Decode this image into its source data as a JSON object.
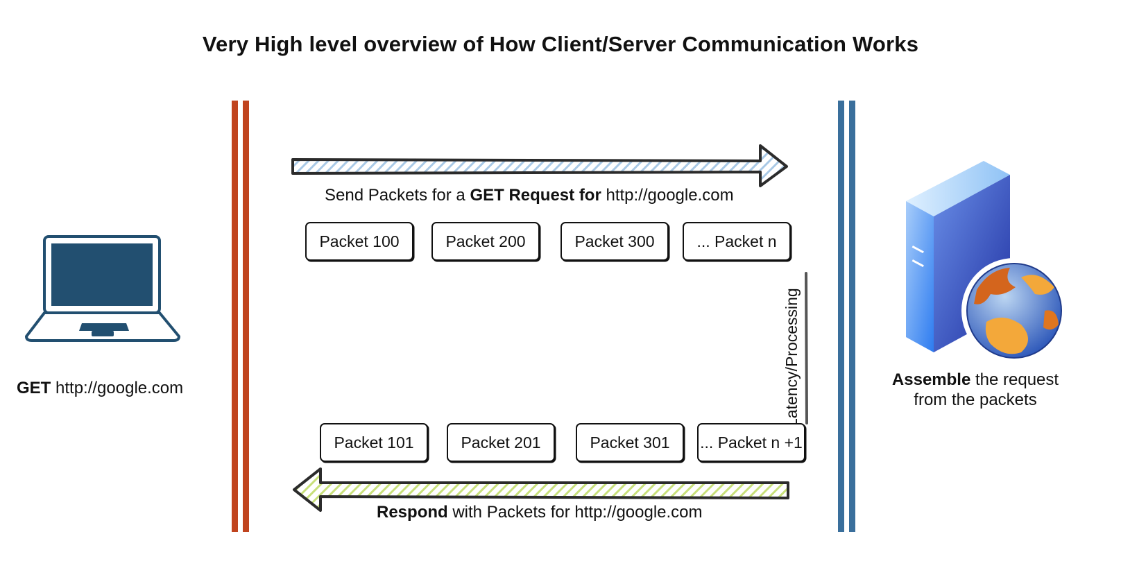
{
  "title": "Very High level overview of How Client/Server Communication Works",
  "client": {
    "caption_bold": "GET",
    "caption_rest": " http://google.com"
  },
  "server": {
    "caption_bold": "Assemble",
    "caption_rest_line1": " the request",
    "caption_line2": "from the packets"
  },
  "request": {
    "prefix": "Send Packets for a ",
    "bold": "GET Request for",
    "suffix": " http://google.com",
    "packets": [
      "Packet 100",
      "Packet 200",
      "Packet 300",
      "... Packet n"
    ]
  },
  "latency_label": "Latency/Processing",
  "response": {
    "bold": "Respond",
    "suffix": " with Packets for http://google.com",
    "packets": [
      "Packet 101",
      "Packet 201",
      "Packet 301",
      "... Packet n +1"
    ]
  },
  "colors": {
    "client_line": "#c0441f",
    "server_line": "#3a6f9c",
    "laptop": "#224f70",
    "request_arrow_hatch": "#a9c9e6",
    "response_arrow_hatch": "#c8e07a"
  }
}
